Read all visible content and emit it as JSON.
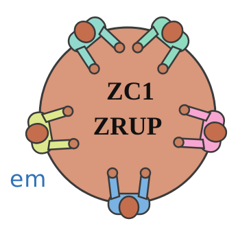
{
  "scene": {
    "table_label_line1": "ZC1",
    "table_label_line2": "ZRUP",
    "text_fragment": "em"
  },
  "colors": {
    "table": "#d9977b",
    "outline": "#3a3a3a",
    "skin": "#c8805f",
    "hair": "#c46e4e",
    "person_teal": "#92d9cd",
    "person_mint": "#8fdbc0",
    "person_pink": "#f7a6d1",
    "person_lime": "#dde88e",
    "person_blue": "#7ab3e3",
    "fragment_text": "#2f73b8"
  }
}
